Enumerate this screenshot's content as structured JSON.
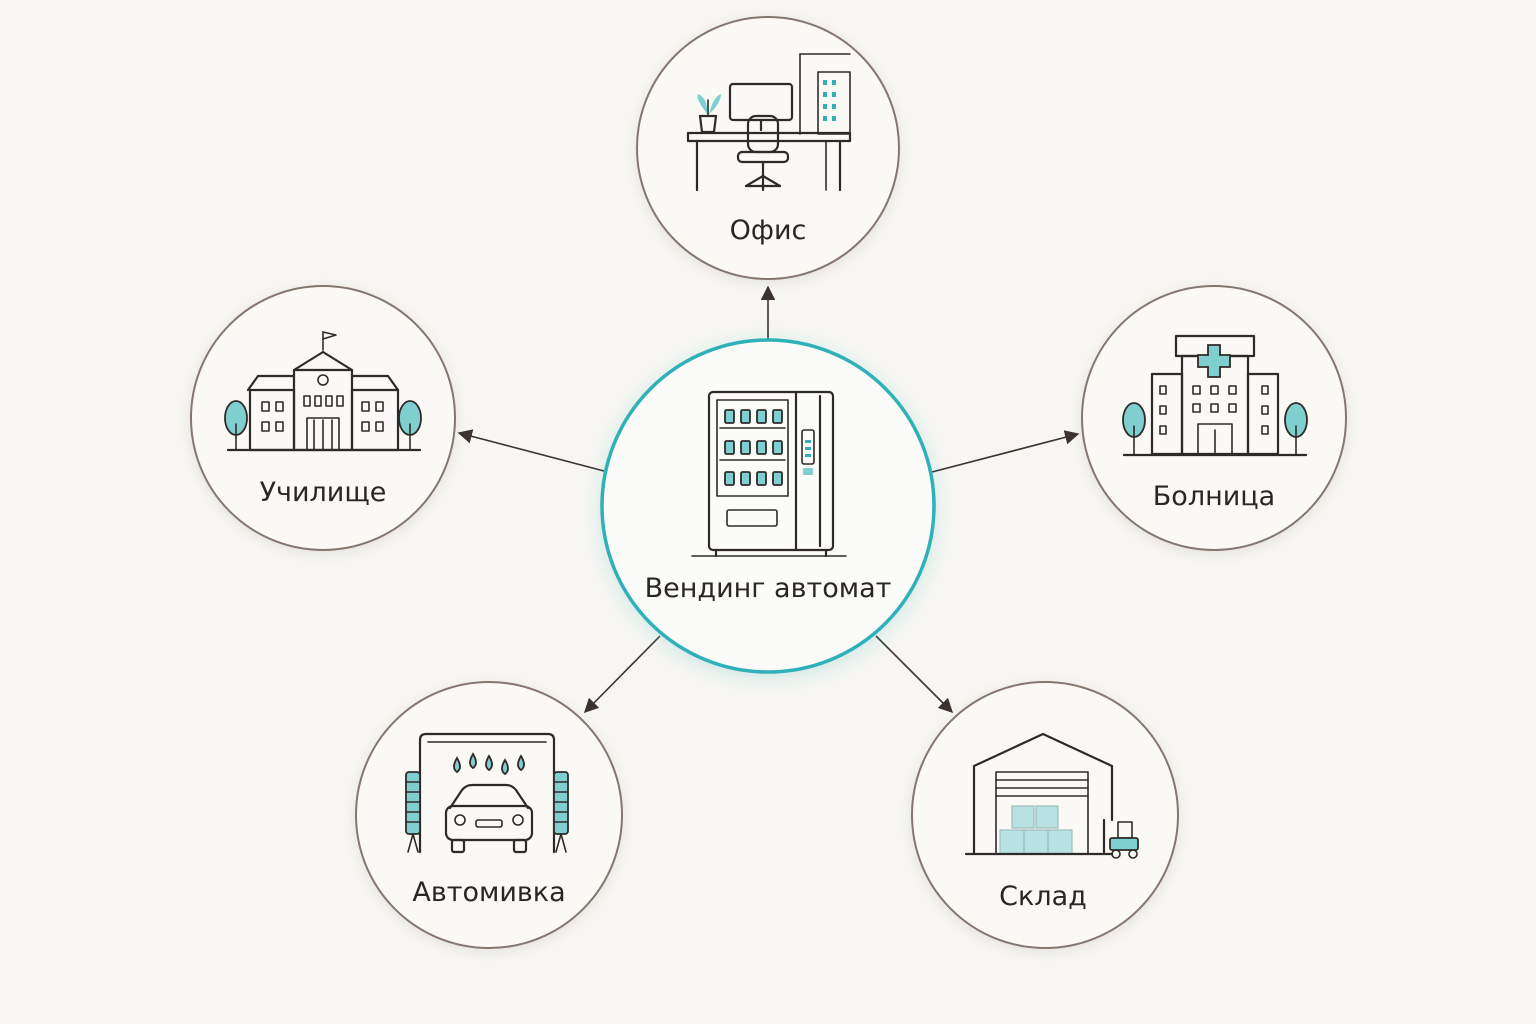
{
  "center": {
    "label": "Вендинг автомат",
    "icon": "vending-machine-icon",
    "accent_color": "#2fb1b8"
  },
  "nodes": [
    {
      "id": "office",
      "label": "Офис",
      "icon": "office-desk-icon"
    },
    {
      "id": "hospital",
      "label": "Болница",
      "icon": "hospital-icon"
    },
    {
      "id": "warehouse",
      "label": "Склад",
      "icon": "warehouse-icon"
    },
    {
      "id": "carwash",
      "label": "Автомивка",
      "icon": "car-wash-icon"
    },
    {
      "id": "school",
      "label": "Училище",
      "icon": "school-icon"
    }
  ],
  "colors": {
    "background": "#f7f6f2",
    "node_border": "#85766f",
    "icon_accent": "#7fcfcf",
    "text": "#2b2624"
  }
}
